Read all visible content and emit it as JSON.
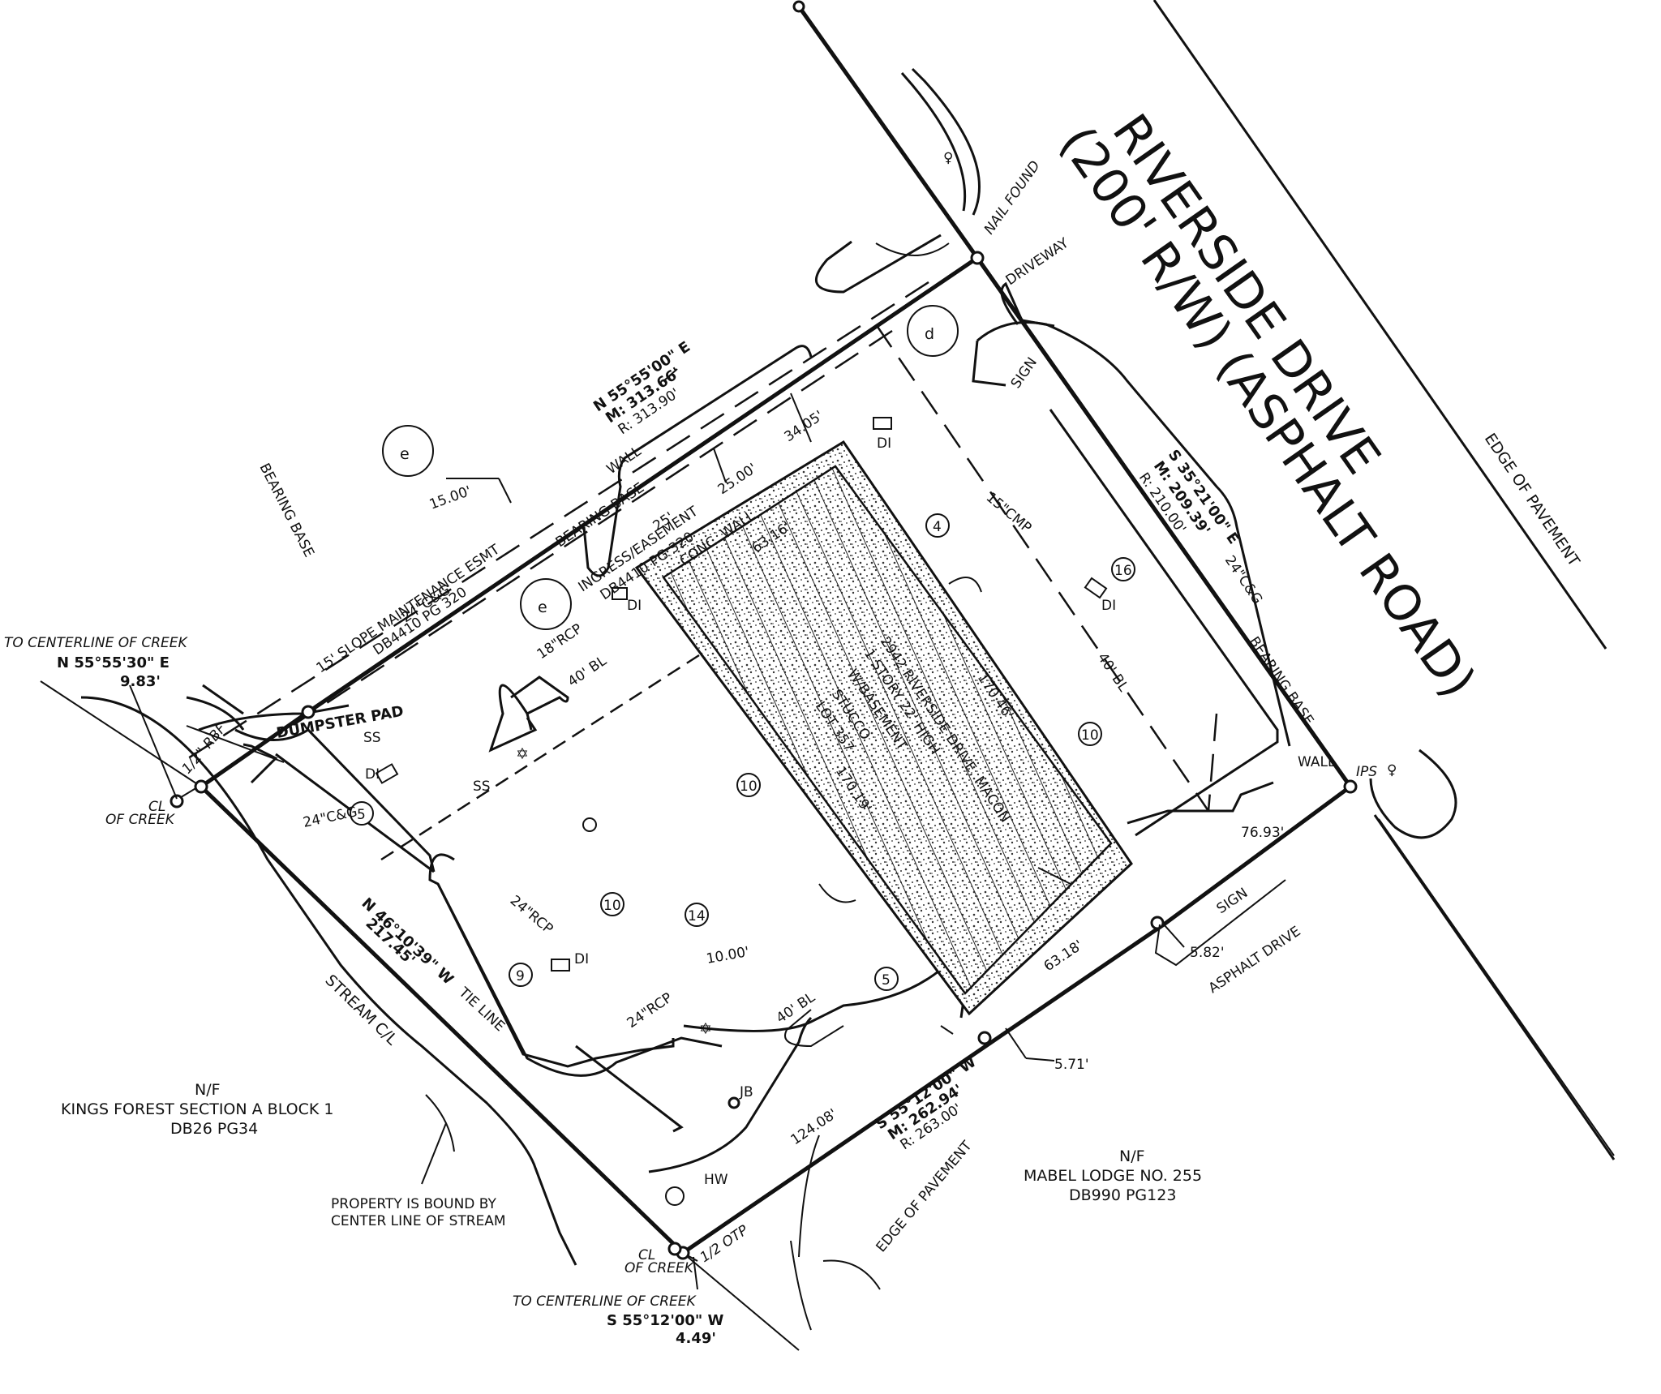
{
  "road": {
    "name": "RIVERSIDE DRIVE",
    "row": "(200' R/W) (ASPHALT ROAD)",
    "edge_of_pavement_right": "EDGE OF PAVEMENT",
    "edge_of_pavement_bottom": "EDGE OF PAVEMENT"
  },
  "boundary": {
    "north": {
      "bearing": "N 55°55'00\" E",
      "measured": "M: 313.66'",
      "record": "R: 313.90'"
    },
    "east": {
      "bearing": "S 35°21'00\" E",
      "measured": "M: 209.39'",
      "record": "R: 210.00'"
    },
    "south": {
      "bearing": "S 55°12'00\" W",
      "measured": "M: 262.94'",
      "record": "R: 263.00'"
    },
    "west": {
      "bearing": "N 46°10'39\" W",
      "distance": "217.45'",
      "tie": "TIE LINE"
    }
  },
  "creek": {
    "top_title": "TO CENTERLINE OF CREEK",
    "top_bearing": "N 55°55'30\" E",
    "top_distance": "9.83'",
    "bottom_title": "TO CENTERLINE OF CREEK",
    "bottom_bearing": "S 55°12'00\" W",
    "bottom_distance": "4.49'",
    "cl_top": "CL",
    "cl_bottom": "CL",
    "of_creek_top": "OF CREEK",
    "of_creek_bottom": "OF CREEK",
    "stream": "STREAM C/L",
    "bound_note_1": "PROPERTY IS BOUND BY",
    "bound_note_2": "CENTER LINE OF STREAM"
  },
  "neighbors": {
    "west_nf": "N/F",
    "west_name": "KINGS FOREST SECTION A BLOCK 1",
    "west_deed": "DB26 PG34",
    "south_nf": "N/F",
    "south_name": "MABEL LODGE NO. 255",
    "south_deed": "DB990 PG123"
  },
  "building": {
    "line1": "2942 RIVERSIDE DRIVE, MACON",
    "line2": "1 STORY 22' HIGH",
    "line3": "W/BASEMENT",
    "line4": "STUCCO",
    "line5": "LOT 357",
    "dim_top": "63.16'",
    "dim_bottom": "63.18'",
    "dim_right": "170.46'",
    "dim_left": "170.19'"
  },
  "easements": {
    "slope_1": "15' SLOPE MAINTENANCE ESMT",
    "slope_2": "DB4410 PG 320",
    "ingress_1": "25'",
    "ingress_2": "INGRESS/EASEMENT",
    "ingress_3": "DB4410 PG 320",
    "width_15": "15.00'",
    "width_25": "25.00'",
    "offset_34": "34.05'",
    "bearing_base": "BEARING BASE"
  },
  "labels": {
    "wall": "WALL",
    "conc_wall": "CONC. WALL",
    "driveway": "DRIVEWAY",
    "nail_found": "NAIL FOUND",
    "dumpster": "DUMPSTER PAD",
    "ss": "SS",
    "di": "DI",
    "jb": "JB",
    "hw": "HW",
    "sign": "SIGN",
    "asphalt_drive": "ASPHALT DRIVE",
    "ips": "IPS",
    "rbf": "1/2\" RBF",
    "otp": "1/2 OTP",
    "cg_24": "24\"C&G",
    "rcp_18": "18\"RCP",
    "rcp_24": "24\"RCP",
    "cmp_15": "15\"CMP",
    "bl_40": "40' BL",
    "dim_571": "5.71'",
    "dim_582": "5.82'",
    "dim_7693": "76.93'",
    "dim_12408": "124.08'",
    "dim_1000": "10.00'"
  },
  "parking_counts": [
    "4",
    "16",
    "10",
    "10",
    "10",
    "14",
    "9",
    "5",
    "5"
  ],
  "tree_tags": {
    "e": "e",
    "d": "d"
  }
}
